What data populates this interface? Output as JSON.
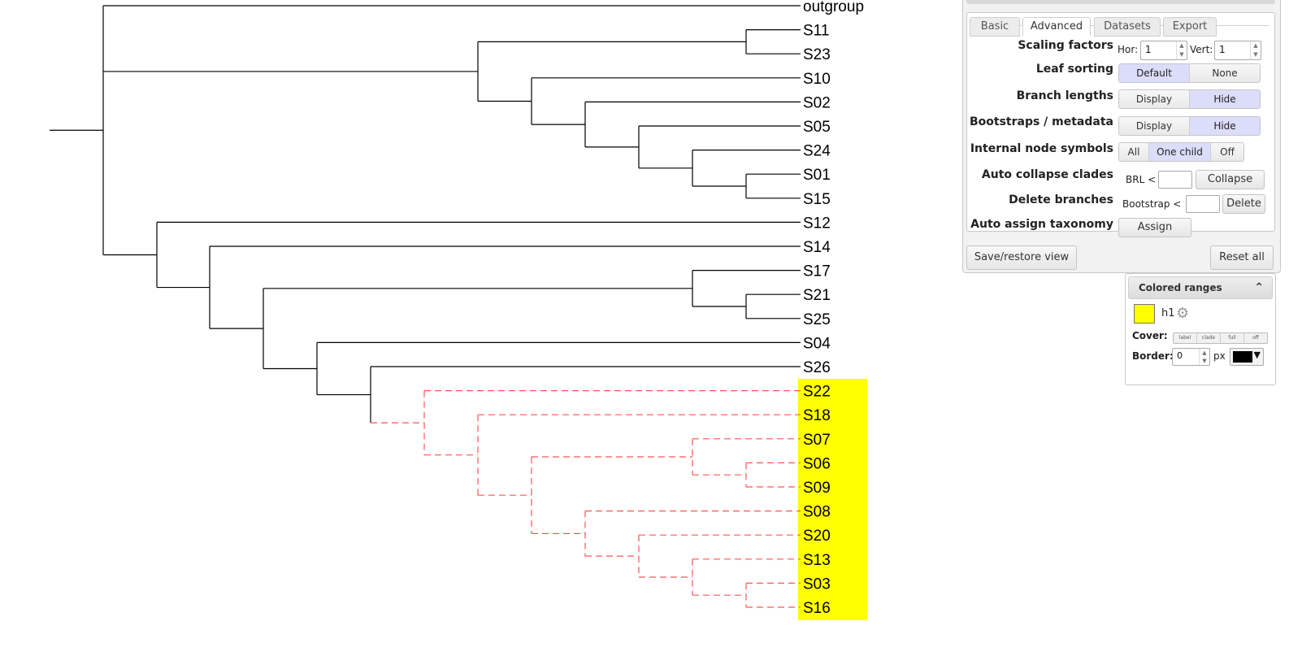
{
  "tree": {
    "leaves": [
      "outgroup",
      "S11",
      "S23",
      "S10",
      "S02",
      "S05",
      "S24",
      "S01",
      "S15",
      "S12",
      "S14",
      "S17",
      "S21",
      "S25",
      "S04",
      "S26",
      "S22",
      "S18",
      "S07",
      "S06",
      "S09",
      "S08",
      "S20",
      "S13",
      "S03",
      "S16"
    ],
    "highlighted_range_color": "#ffff00",
    "highlight_branch_color": "#ff5555",
    "branch_color": "#000000"
  },
  "controls": {
    "tabs": [
      "Basic",
      "Advanced",
      "Datasets",
      "Export"
    ],
    "active_tab": "Advanced",
    "scaling_factors": {
      "label": "Scaling factors",
      "hor_label": "Hor:",
      "hor_value": "1",
      "vert_label": "Vert:",
      "vert_value": "1"
    },
    "leaf_sorting": {
      "label": "Leaf sorting",
      "options": [
        "Default",
        "None"
      ],
      "selected": "Default"
    },
    "branch_lengths": {
      "label": "Branch lengths",
      "options": [
        "Display",
        "Hide"
      ],
      "selected": "Hide"
    },
    "bootstraps": {
      "label": "Bootstraps / metadata",
      "options": [
        "Display",
        "Hide"
      ],
      "selected": "Hide"
    },
    "internal_nodes": {
      "label": "Internal node symbols",
      "options": [
        "All",
        "One child",
        "Off"
      ],
      "selected": "One child"
    },
    "auto_collapse": {
      "label": "Auto collapse clades",
      "prefix": "BRL <",
      "button": "Collapse"
    },
    "delete_branches": {
      "label": "Delete branches",
      "prefix": "Bootstrap <",
      "button": "Delete"
    },
    "auto_assign": {
      "label": "Auto assign taxonomy",
      "button": "Assign"
    },
    "save_restore": "Save/restore view",
    "reset_all": "Reset all"
  },
  "colored_ranges": {
    "title": "Colored ranges",
    "range_name": "h1",
    "swatch_color": "#ffff00",
    "cover_label": "Cover:",
    "cover_options": [
      "label",
      "clade",
      "full",
      "off"
    ],
    "border_label": "Border:",
    "border_value": "0",
    "border_unit": "px",
    "border_color": "#000000"
  }
}
